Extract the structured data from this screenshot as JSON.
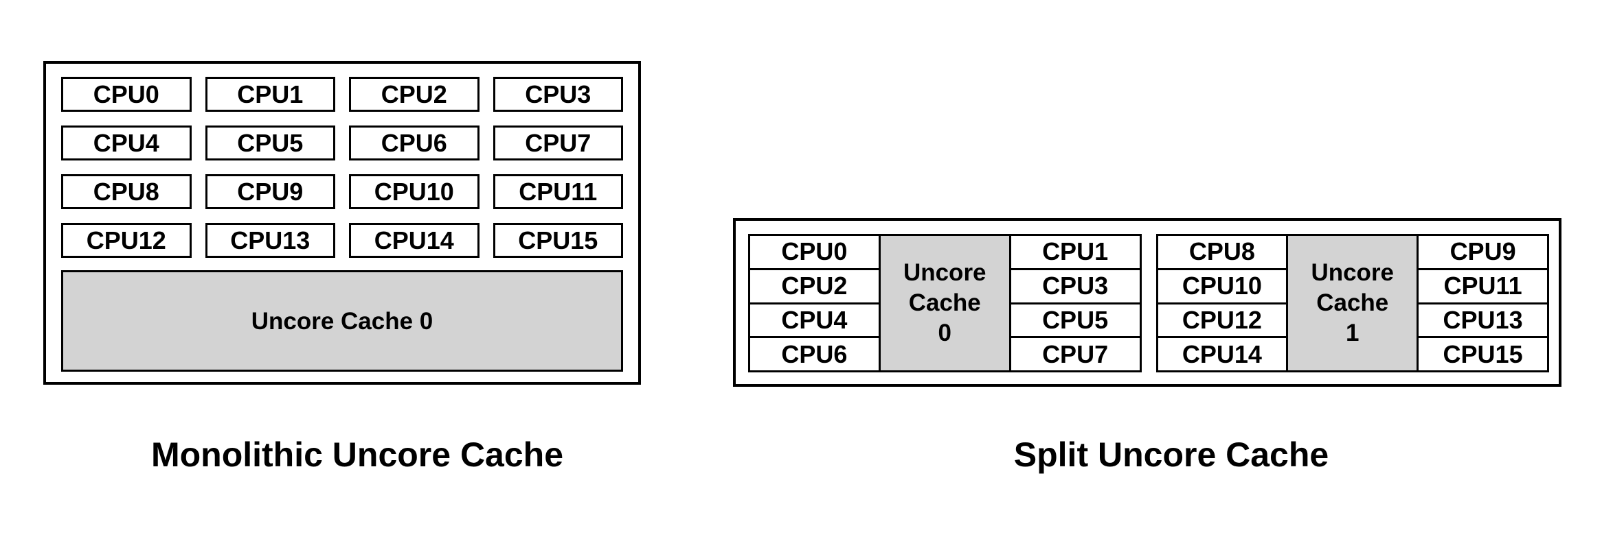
{
  "figures": {
    "monolithic": {
      "title": "Monolithic Uncore Cache",
      "cpus": [
        "CPU0",
        "CPU1",
        "CPU2",
        "CPU3",
        "CPU4",
        "CPU5",
        "CPU6",
        "CPU7",
        "CPU8",
        "CPU9",
        "CPU10",
        "CPU11",
        "CPU12",
        "CPU13",
        "CPU14",
        "CPU15"
      ],
      "cache_label": "Uncore Cache 0"
    },
    "split": {
      "title": "Split Uncore Cache",
      "groups": [
        {
          "left_cpus": [
            "CPU0",
            "CPU2",
            "CPU4",
            "CPU6"
          ],
          "right_cpus": [
            "CPU1",
            "CPU3",
            "CPU5",
            "CPU7"
          ],
          "cache_lines": [
            "Uncore",
            "Cache",
            "0"
          ]
        },
        {
          "left_cpus": [
            "CPU8",
            "CPU10",
            "CPU12",
            "CPU14"
          ],
          "right_cpus": [
            "CPU9",
            "CPU11",
            "CPU13",
            "CPU15"
          ],
          "cache_lines": [
            "Uncore",
            "Cache",
            "1"
          ]
        }
      ]
    }
  },
  "colors": {
    "background": "#ffffff",
    "border": "#000000",
    "text": "#000000",
    "cache_fill": "#d3d3d3"
  }
}
